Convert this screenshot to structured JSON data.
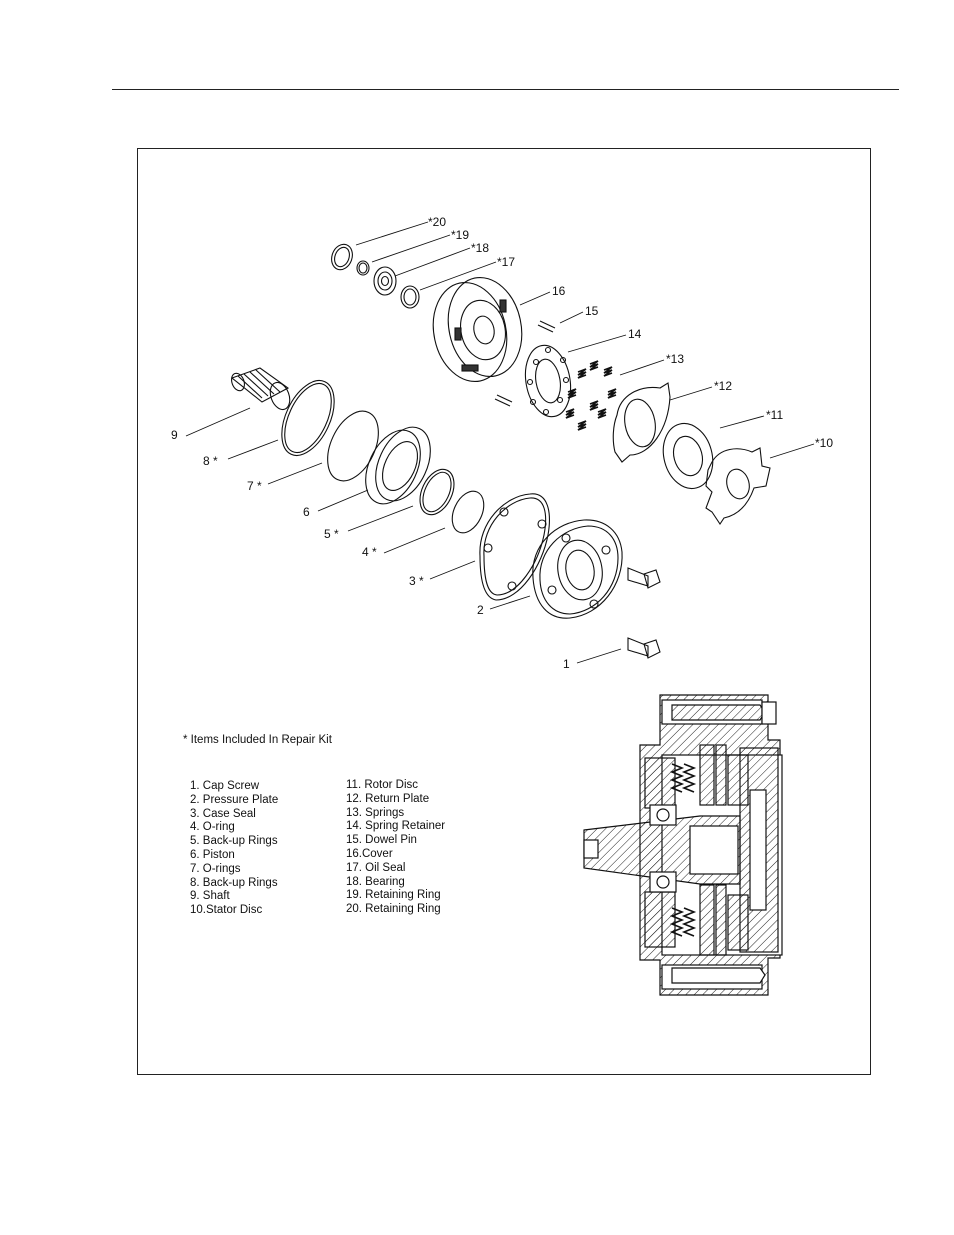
{
  "callouts": {
    "c1": "1",
    "c2": "2",
    "c3": "3 *",
    "c4": "4 *",
    "c5": "5 *",
    "c6": "6",
    "c7": "7 *",
    "c8": "8 *",
    "c9": "9",
    "c10": "*10",
    "c11": "*11",
    "c12": "*12",
    "c13": "*13",
    "c14": "14",
    "c15": "15",
    "c16": "16",
    "c17": "*17",
    "c18": "*18",
    "c19": "*19",
    "c20": "*20"
  },
  "note": "* Items Included In Repair Kit",
  "legend_left": [
    "1. Cap Screw",
    "2. Pressure Plate",
    "3. Case Seal",
    "4. O-ring",
    "5. Back-up Rings",
    "6. Piston",
    "7. O-rings",
    "8. Back-up Rings",
    "9. Shaft",
    "10.Stator Disc"
  ],
  "legend_right": [
    "11. Rotor Disc",
    "12. Return Plate",
    "13. Springs",
    "14. Spring Retainer",
    "15. Dowel Pin",
    "16.Cover",
    "17. Oil Seal",
    "18. Bearing",
    "19. Retaining Ring",
    "20. Retaining Ring"
  ]
}
